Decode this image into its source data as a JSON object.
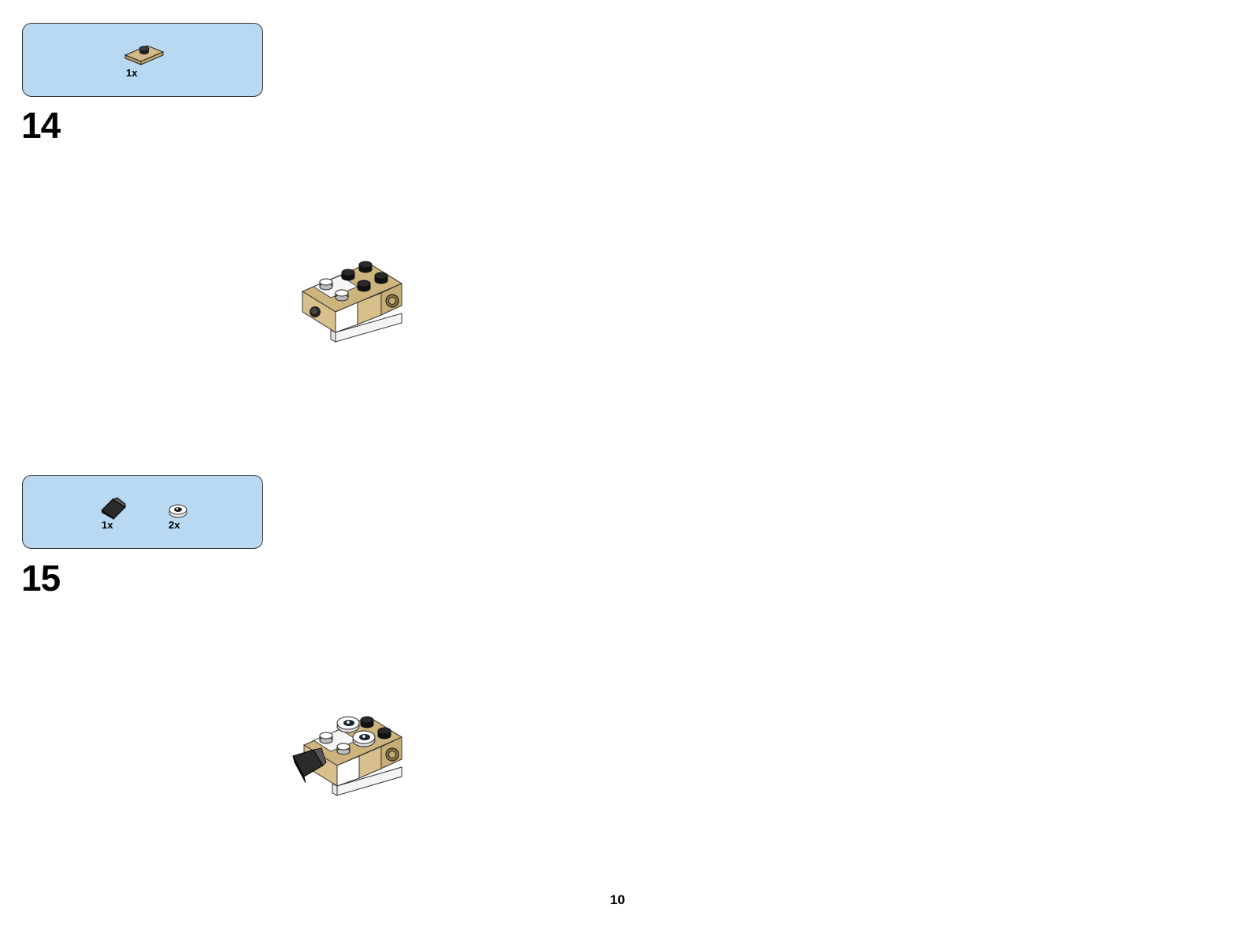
{
  "steps": [
    {
      "number": "14",
      "parts": [
        {
          "qty": "1x",
          "icon": "tan-jumper-plate-1x2-icon"
        }
      ],
      "model_icon": "model-step-14-icon"
    },
    {
      "number": "15",
      "parts": [
        {
          "qty": "1x",
          "icon": "black-slope-1x1-icon"
        },
        {
          "qty": "2x",
          "icon": "white-round-eye-tile-icon"
        }
      ],
      "model_icon": "model-step-15-icon"
    }
  ],
  "page_number": "10",
  "colors": {
    "parts_box_bg": "#b9d9f3",
    "tan": "#d2bb87",
    "white": "#ffffff",
    "black": "#1a1a1a"
  }
}
